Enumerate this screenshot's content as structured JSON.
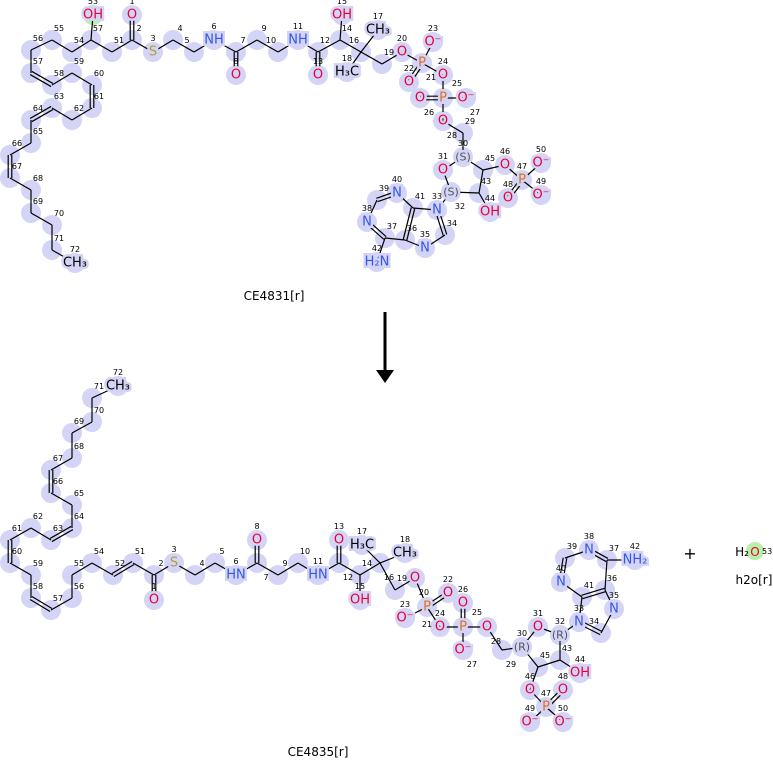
{
  "colors": {
    "O": "#e8003a",
    "N": "#3355ee",
    "P": "#e07020",
    "S": "#b0a030",
    "C": "#000000",
    "stereo": "#555555",
    "atom_halo": "#d4d4f7",
    "highlight": "#b8f0a8"
  },
  "reactant": {
    "name": "CE4831[r]",
    "atoms": [
      {
        "id": "53",
        "label": "OH",
        "highlight": true
      },
      {
        "id": "57",
        "label": ""
      },
      {
        "id": "54",
        "label": ""
      },
      {
        "id": "55",
        "label": ""
      },
      {
        "id": "56",
        "label": ""
      },
      {
        "id": "57",
        "label": ""
      },
      {
        "id": "58",
        "label": ""
      },
      {
        "id": "59",
        "label": ""
      },
      {
        "id": "60",
        "label": ""
      },
      {
        "id": "61",
        "label": ""
      },
      {
        "id": "62",
        "label": ""
      },
      {
        "id": "63",
        "label": ""
      },
      {
        "id": "64",
        "label": ""
      },
      {
        "id": "65",
        "label": ""
      },
      {
        "id": "66",
        "label": ""
      },
      {
        "id": "67",
        "label": ""
      },
      {
        "id": "68",
        "label": ""
      },
      {
        "id": "69",
        "label": ""
      },
      {
        "id": "70",
        "label": ""
      },
      {
        "id": "71",
        "label": ""
      },
      {
        "id": "72",
        "label": "CH₃"
      },
      {
        "id": "51",
        "label": ""
      },
      {
        "id": "2",
        "label": ""
      },
      {
        "id": "1",
        "label": "O"
      },
      {
        "id": "3",
        "label": "S"
      },
      {
        "id": "4",
        "label": ""
      },
      {
        "id": "5",
        "label": ""
      },
      {
        "id": "6",
        "label": "NH"
      },
      {
        "id": "7",
        "label": ""
      },
      {
        "id": "8",
        "label": "O"
      },
      {
        "id": "9",
        "label": ""
      },
      {
        "id": "10",
        "label": ""
      },
      {
        "id": "11",
        "label": "NH"
      },
      {
        "id": "12",
        "label": ""
      },
      {
        "id": "13",
        "label": "O"
      },
      {
        "id": "14",
        "label": ""
      },
      {
        "id": "15",
        "label": "OH"
      },
      {
        "id": "16",
        "label": ""
      },
      {
        "id": "17",
        "label": "CH₃"
      },
      {
        "id": "18",
        "label": "H₃C"
      },
      {
        "id": "19",
        "label": ""
      },
      {
        "id": "20",
        "label": "O"
      },
      {
        "id": "21",
        "label": "P"
      },
      {
        "id": "22",
        "label": "O"
      },
      {
        "id": "23",
        "label": "O⁻"
      },
      {
        "id": "24",
        "label": "O"
      },
      {
        "id": "25",
        "label": "P"
      },
      {
        "id": "26",
        "label": "O"
      },
      {
        "id": "27",
        "label": "O⁻"
      },
      {
        "id": "28",
        "label": "O"
      },
      {
        "id": "29",
        "label": ""
      },
      {
        "id": "30",
        "label": "(S)"
      },
      {
        "id": "31",
        "label": "O"
      },
      {
        "id": "32",
        "label": "(S)"
      },
      {
        "id": "33",
        "label": "N"
      },
      {
        "id": "34",
        "label": ""
      },
      {
        "id": "35",
        "label": "N"
      },
      {
        "id": "36",
        "label": ""
      },
      {
        "id": "37",
        "label": ""
      },
      {
        "id": "38",
        "label": "N"
      },
      {
        "id": "39",
        "label": ""
      },
      {
        "id": "40",
        "label": "N"
      },
      {
        "id": "41",
        "label": ""
      },
      {
        "id": "42",
        "label": "H₂N"
      },
      {
        "id": "43",
        "label": ""
      },
      {
        "id": "44",
        "label": "OH"
      },
      {
        "id": "45",
        "label": ""
      },
      {
        "id": "46",
        "label": "O"
      },
      {
        "id": "47",
        "label": "P"
      },
      {
        "id": "48",
        "label": "O"
      },
      {
        "id": "49",
        "label": "O⁻"
      },
      {
        "id": "50",
        "label": "O⁻"
      }
    ]
  },
  "product": {
    "name": "CE4835[r]",
    "atoms": [
      {
        "id": "72",
        "label": "CH₃"
      },
      {
        "id": "71",
        "label": ""
      },
      {
        "id": "70",
        "label": ""
      },
      {
        "id": "69",
        "label": ""
      },
      {
        "id": "68",
        "label": ""
      },
      {
        "id": "67",
        "label": ""
      },
      {
        "id": "66",
        "label": ""
      },
      {
        "id": "65",
        "label": ""
      },
      {
        "id": "64",
        "label": ""
      },
      {
        "id": "63",
        "label": ""
      },
      {
        "id": "62",
        "label": ""
      },
      {
        "id": "61",
        "label": ""
      },
      {
        "id": "60",
        "label": ""
      },
      {
        "id": "59",
        "label": ""
      },
      {
        "id": "58",
        "label": ""
      },
      {
        "id": "57",
        "label": ""
      },
      {
        "id": "56",
        "label": ""
      },
      {
        "id": "55",
        "label": ""
      },
      {
        "id": "54",
        "label": ""
      },
      {
        "id": "52",
        "label": ""
      },
      {
        "id": "51",
        "label": ""
      },
      {
        "id": "2",
        "label": ""
      },
      {
        "id": "1",
        "label": "O"
      },
      {
        "id": "3",
        "label": "S"
      },
      {
        "id": "4",
        "label": ""
      },
      {
        "id": "5",
        "label": ""
      },
      {
        "id": "6",
        "label": "HN"
      },
      {
        "id": "7",
        "label": ""
      },
      {
        "id": "8",
        "label": "O"
      },
      {
        "id": "9",
        "label": ""
      },
      {
        "id": "10",
        "label": ""
      },
      {
        "id": "11",
        "label": "HN"
      },
      {
        "id": "12",
        "label": ""
      },
      {
        "id": "13",
        "label": "O"
      },
      {
        "id": "14",
        "label": ""
      },
      {
        "id": "15",
        "label": "OH"
      },
      {
        "id": "16",
        "label": ""
      },
      {
        "id": "17",
        "label": "H₃C"
      },
      {
        "id": "18",
        "label": "CH₃"
      },
      {
        "id": "19",
        "label": ""
      },
      {
        "id": "20",
        "label": "O"
      },
      {
        "id": "21",
        "label": "P"
      },
      {
        "id": "22",
        "label": "O"
      },
      {
        "id": "23",
        "label": "O⁻"
      },
      {
        "id": "24",
        "label": "O"
      },
      {
        "id": "25",
        "label": "P"
      },
      {
        "id": "26",
        "label": "O"
      },
      {
        "id": "27",
        "label": "O⁻"
      },
      {
        "id": "28",
        "label": "O"
      },
      {
        "id": "29",
        "label": ""
      },
      {
        "id": "30",
        "label": "(R)"
      },
      {
        "id": "31",
        "label": "O"
      },
      {
        "id": "32",
        "label": "(R)"
      },
      {
        "id": "33",
        "label": "N"
      },
      {
        "id": "34",
        "label": ""
      },
      {
        "id": "35",
        "label": "N"
      },
      {
        "id": "36",
        "label": ""
      },
      {
        "id": "37",
        "label": ""
      },
      {
        "id": "38",
        "label": "N"
      },
      {
        "id": "39",
        "label": ""
      },
      {
        "id": "40",
        "label": "N"
      },
      {
        "id": "41",
        "label": ""
      },
      {
        "id": "42",
        "label": "NH₂"
      },
      {
        "id": "43",
        "label": ""
      },
      {
        "id": "44",
        "label": "OH"
      },
      {
        "id": "45",
        "label": ""
      },
      {
        "id": "46",
        "label": "O"
      },
      {
        "id": "47",
        "label": "P"
      },
      {
        "id": "48",
        "label": "O"
      },
      {
        "id": "49",
        "label": "O⁻"
      },
      {
        "id": "50",
        "label": "O⁻"
      }
    ]
  },
  "plus": "+",
  "water": {
    "formula_h": "H₂",
    "formula_o": "O",
    "id": "53",
    "name": "h2o[r]"
  }
}
